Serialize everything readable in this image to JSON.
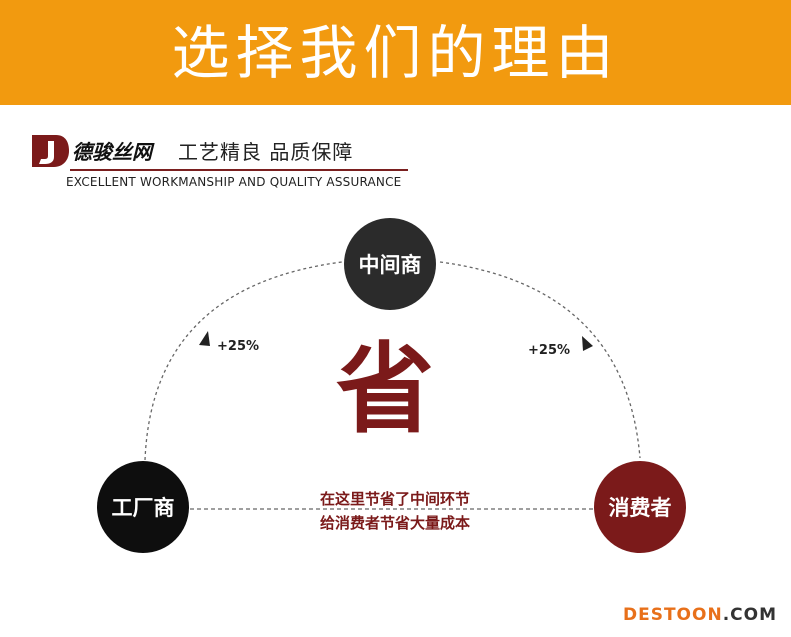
{
  "banner": {
    "title": "选择我们的理由",
    "color": "#f29a0f"
  },
  "brand": {
    "logo_letters": "DJ",
    "name": "德骏丝网",
    "slogan": "工艺精良  品质保障",
    "tagline": "EXCELLENT WORKMANSHIP AND QUALITY ASSURANCE"
  },
  "diagram": {
    "nodes": {
      "middleman": "中间商",
      "factory": "工厂商",
      "consumer": "消费者"
    },
    "markup_left": "+25%",
    "markup_right": "+25%",
    "center_char": "省",
    "caption_line1": "在这里节省了中间环节",
    "caption_line2": "给消费者节省大量成本",
    "colors": {
      "dark": "#2b2b2b",
      "black": "#0e0e0e",
      "maroon": "#7b1a1a"
    }
  },
  "watermark": {
    "part1": "DESTOON",
    "part2": ".COM"
  }
}
